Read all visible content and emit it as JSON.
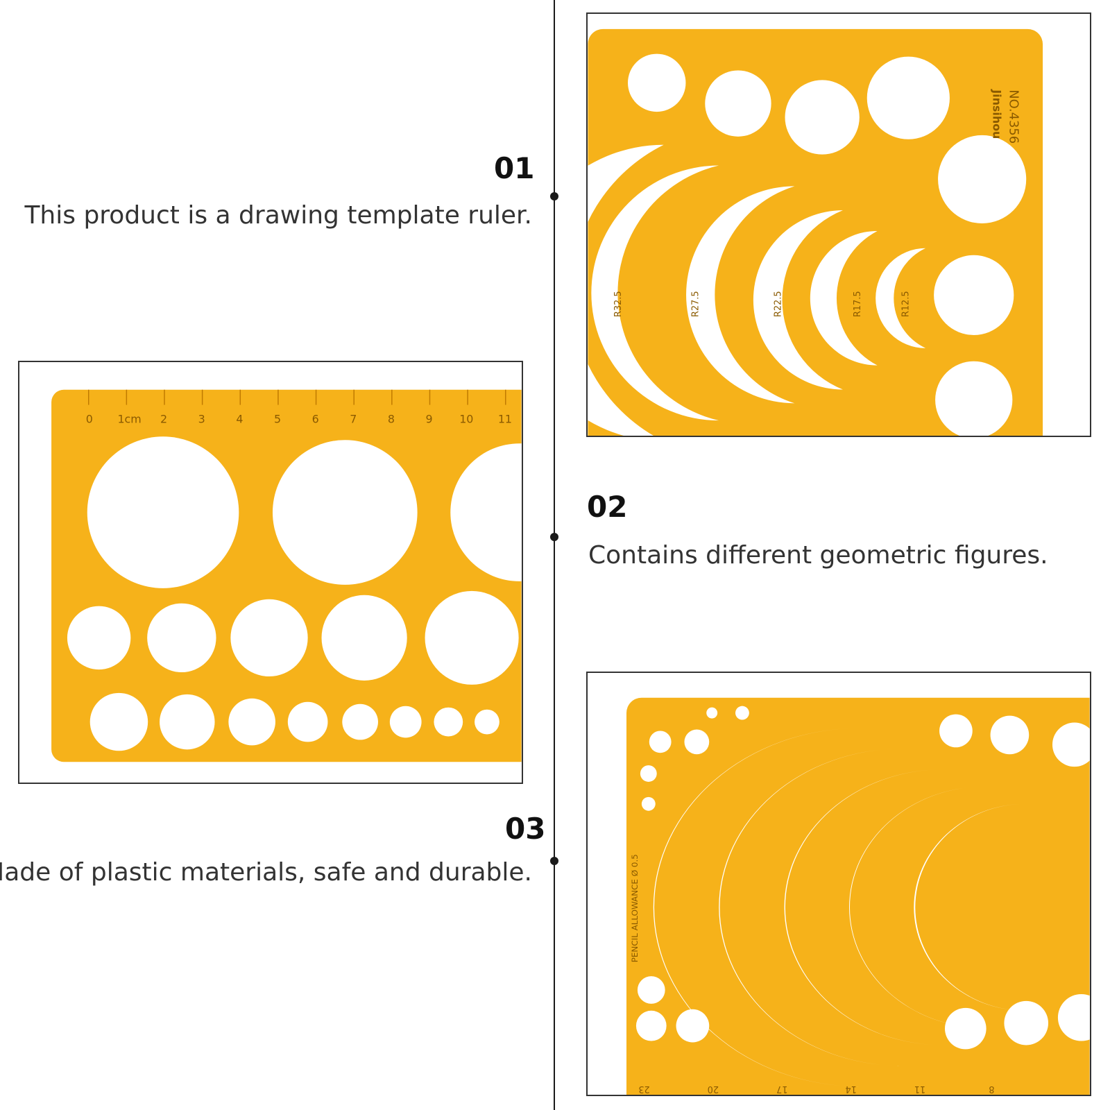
{
  "sections": [
    {
      "number": "01",
      "text": "This product is a drawing template ruler."
    },
    {
      "number": "02",
      "text": "Contains different geometric figures."
    },
    {
      "number": "03",
      "text": "Made of plastic materials, safe and durable."
    }
  ],
  "images": {
    "top_right": {
      "description": "radius template ruler close-up",
      "brand": "Jinsihou",
      "model": "NO.4356"
    },
    "middle_left": {
      "description": "circle template ruler with centimeter scale"
    },
    "bottom_right": {
      "description": "radius and circle template ruler",
      "pencil_note": "PENCIL ALLOWANCE Ø 0.5"
    }
  },
  "colors": {
    "accent": "#f6b21a",
    "line": "#1a1a1a",
    "text": "#333333"
  }
}
